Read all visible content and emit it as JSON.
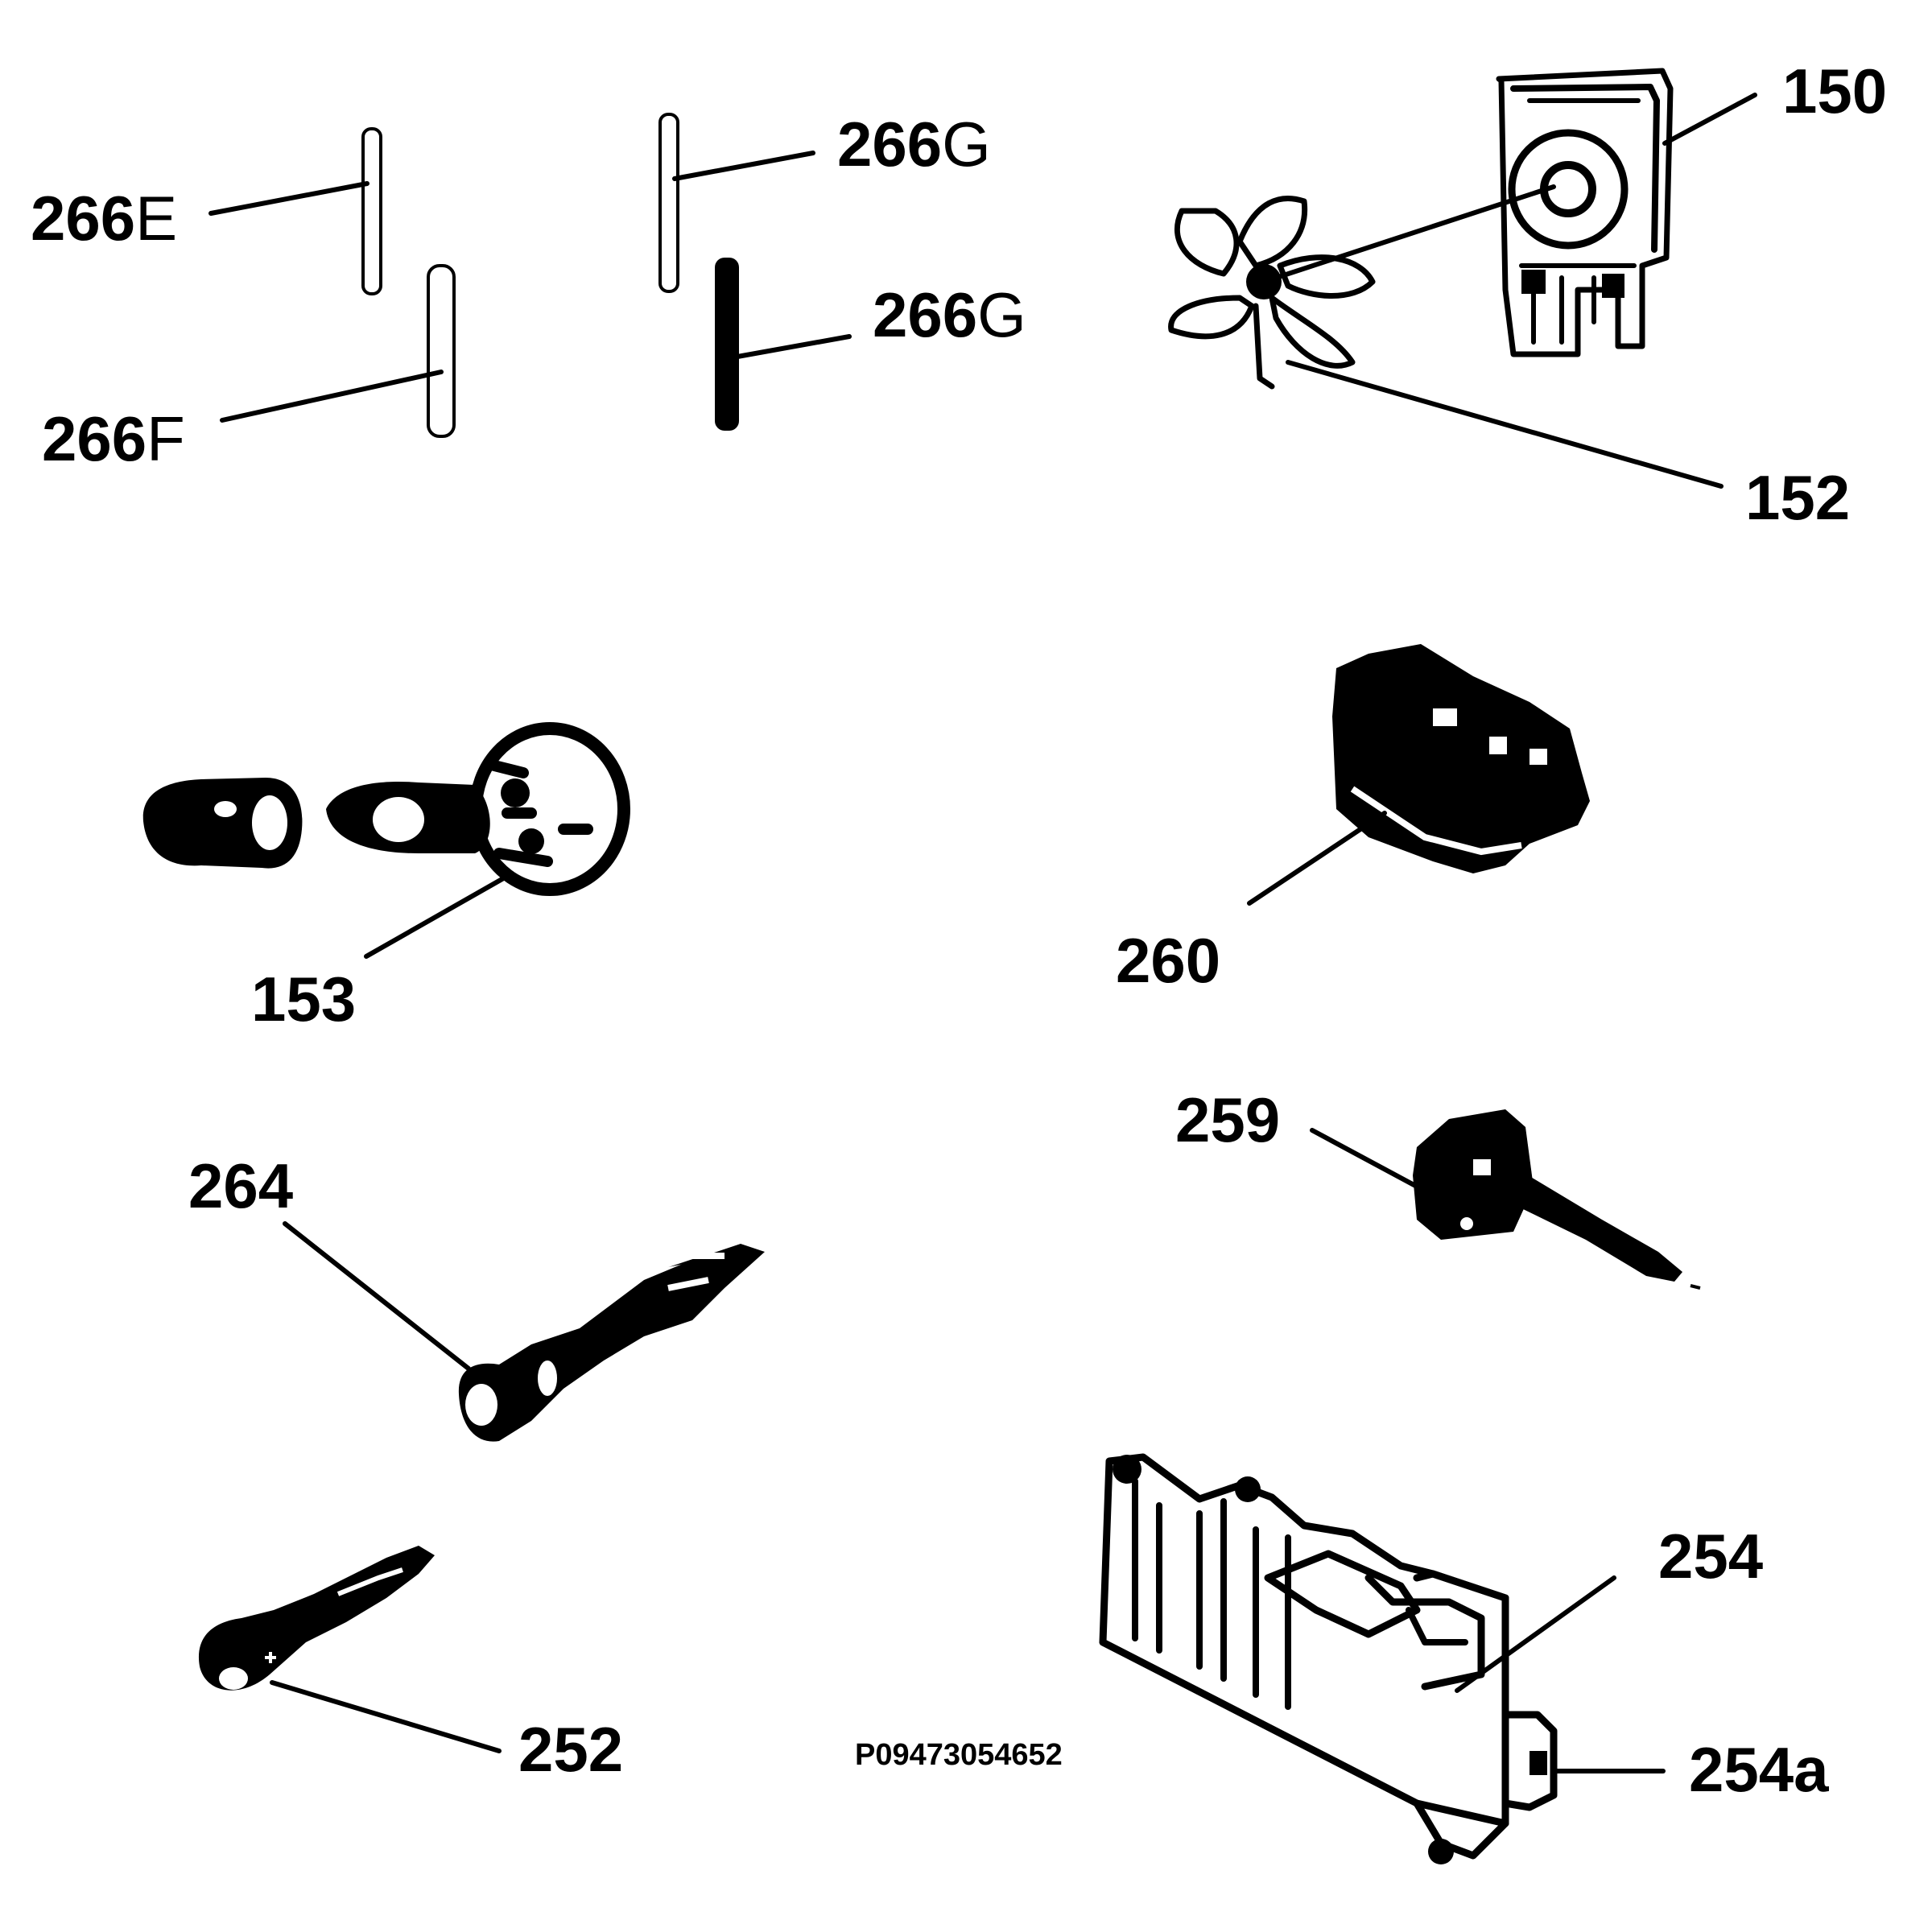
{
  "labels": {
    "p266e": {
      "num": "266",
      "suffix": "E"
    },
    "p266f": {
      "num": "266",
      "suffix": "F"
    },
    "p266g_top": {
      "num": "266",
      "suffix": "G"
    },
    "p266g_bottom": {
      "num": "266",
      "suffix": "G"
    },
    "p150": {
      "num": "150",
      "suffix": ""
    },
    "p152": {
      "num": "152",
      "suffix": ""
    },
    "p153": {
      "num": "153",
      "suffix": ""
    },
    "p260": {
      "num": "260",
      "suffix": ""
    },
    "p259": {
      "num": "259",
      "suffix": ""
    },
    "p264": {
      "num": "264",
      "suffix": ""
    },
    "p252": {
      "num": "252",
      "suffix": ""
    },
    "p254": {
      "num": "254",
      "suffix": ""
    },
    "p254a": {
      "num": "254a",
      "suffix": ""
    }
  },
  "drawing_code": "P09473054652"
}
